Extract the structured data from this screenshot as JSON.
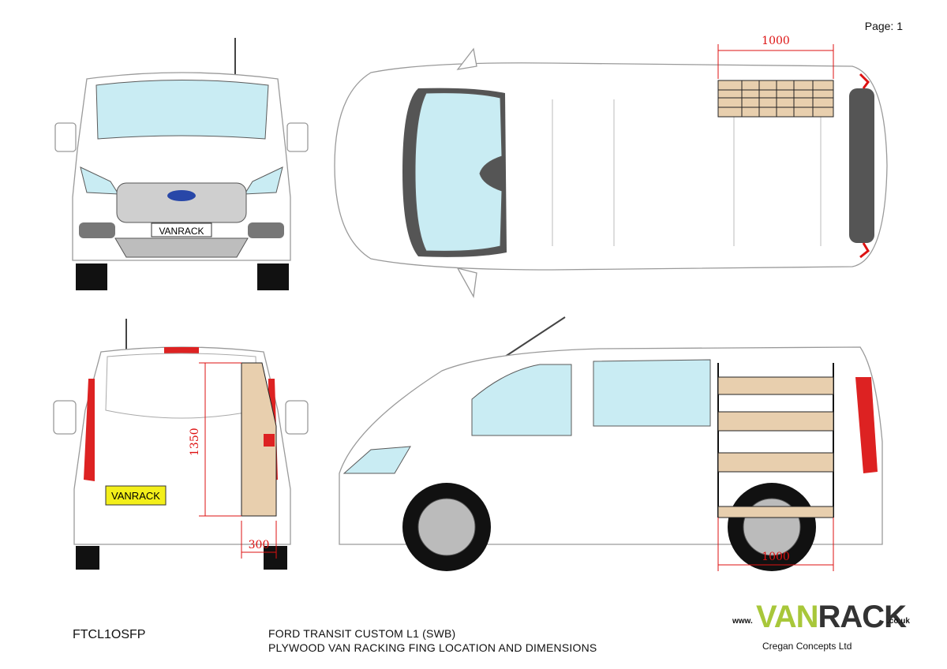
{
  "page": {
    "label": "Page: 1"
  },
  "dimensions": {
    "top_width": "1000",
    "rear_height": "1350",
    "rear_depth": "300",
    "side_length": "1000"
  },
  "plates": {
    "front": "VANRACK",
    "rear": "VANRACK"
  },
  "footer": {
    "code": "FTCL1OSFP",
    "title_line1": "FORD TRANSIT CUSTOM L1 (SWB)",
    "title_line2": "PLYWOOD VAN RACKING FING LOCATION AND DIMENSIONS"
  },
  "logo": {
    "www": "www.",
    "brand_van": "VAN",
    "brand_rack": "RACK",
    "domain": ".co.uk",
    "company": "Cregan Concepts Ltd"
  },
  "colors": {
    "dimension": "#dd1111",
    "brand_green": "#a8c73a",
    "wood": "#e8cfae",
    "glass": "#c9ecf3"
  }
}
